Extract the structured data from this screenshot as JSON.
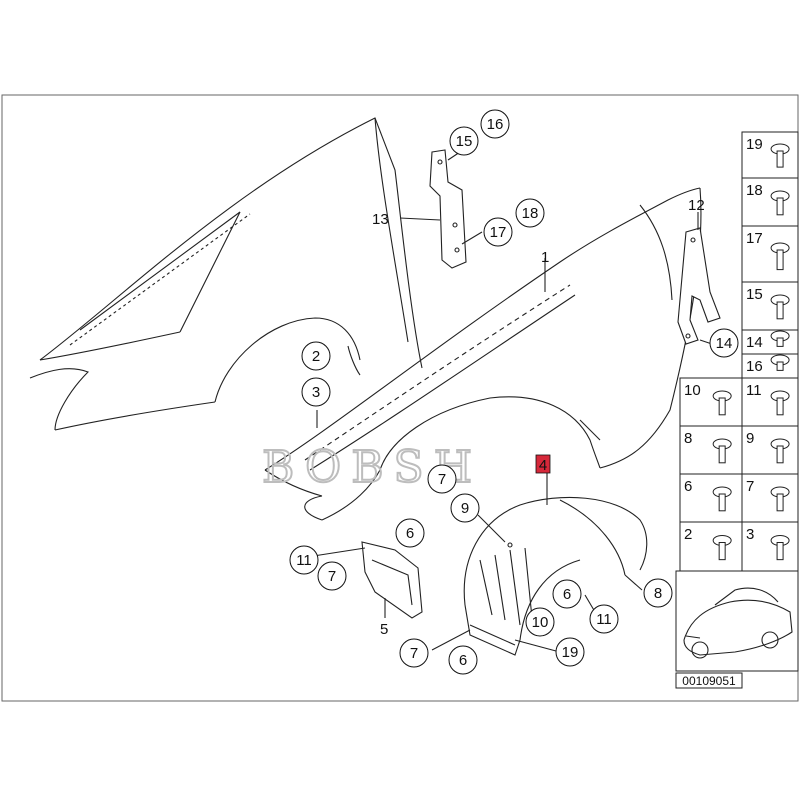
{
  "watermark": "BOBSH",
  "reference_number": "00109051",
  "highlighted_callout": "4",
  "highlight_color": "#d6283a",
  "callouts": {
    "c15": "15",
    "c16": "16",
    "c13": "13",
    "c17": "17",
    "c18": "18",
    "c1": "1",
    "c12": "12",
    "c14": "14",
    "c2": "2",
    "c3": "3",
    "c7a": "7",
    "c9": "9",
    "c4": "4",
    "c11a": "11",
    "c7b": "7",
    "c6a": "6",
    "c5": "5",
    "c8": "8",
    "c6b": "6",
    "c11b": "11",
    "c10": "10",
    "c7c": "7",
    "c6c": "6",
    "c19": "19"
  },
  "legend": [
    {
      "id": "19",
      "icon": "push-rivet-icon"
    },
    {
      "id": "18",
      "icon": "clip-screw-icon"
    },
    {
      "id": "17",
      "icon": "hex-nut-icon"
    },
    {
      "id": "15",
      "icon": "square-nut-icon"
    },
    {
      "id": "14",
      "icon": "hex-bolt-icon"
    },
    {
      "id": "16",
      "icon": "tapping-screw-icon"
    },
    {
      "id": "10",
      "icon": "flange-screw-icon"
    },
    {
      "id": "11",
      "icon": "hex-screw-icon"
    },
    {
      "id": "8",
      "icon": "expanding-rivet-icon"
    },
    {
      "id": "9",
      "icon": "expanding-nut-icon"
    },
    {
      "id": "6",
      "icon": "clip-nut-icon"
    },
    {
      "id": "7",
      "icon": "tapping-screw-small-icon"
    },
    {
      "id": "2",
      "icon": "pan-head-screw-icon"
    },
    {
      "id": "3",
      "icon": "cage-nut-icon"
    }
  ]
}
